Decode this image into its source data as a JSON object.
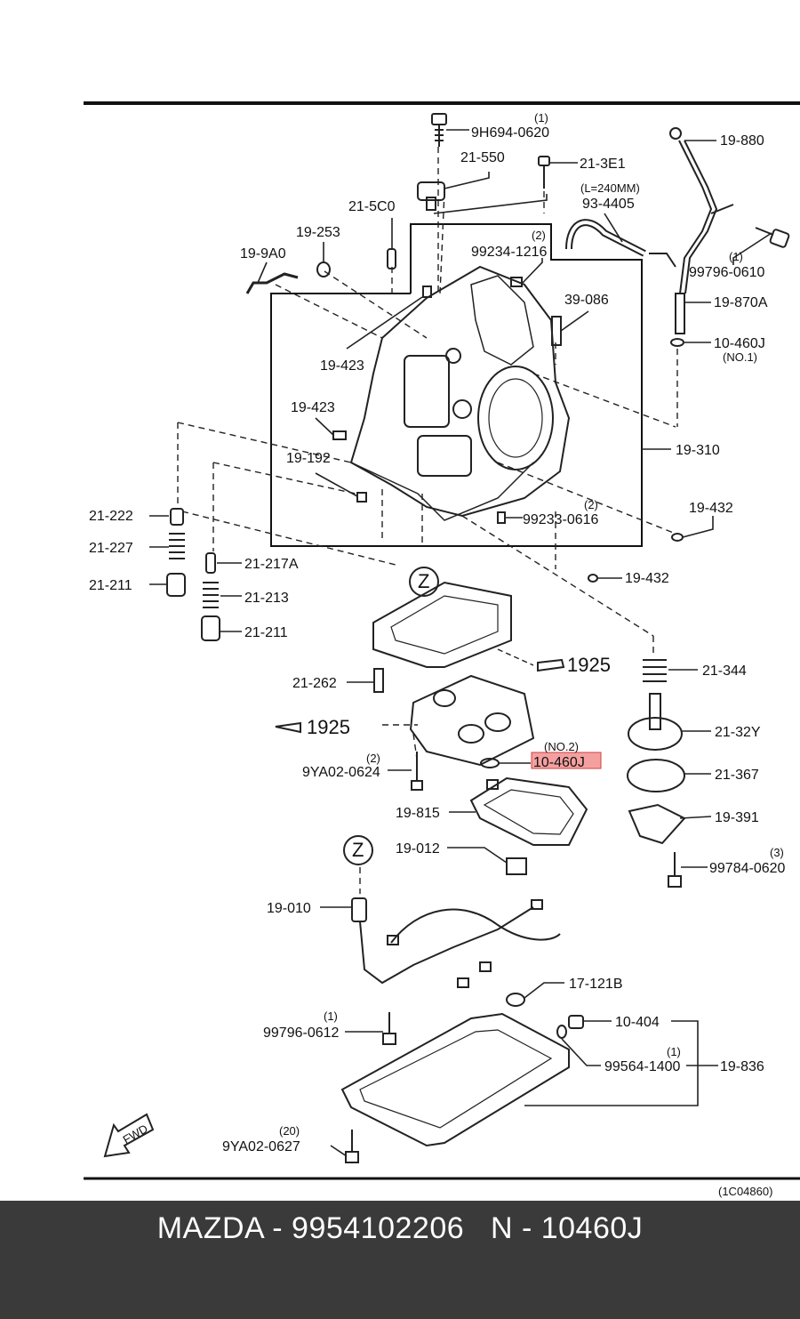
{
  "diagram": {
    "drawing_code": "(1C04860)",
    "fwd_label": "FWD",
    "zone_marker": "Z",
    "highlight_color": "#f08080",
    "callouts": {
      "p9H694_0620": "9H694-0620",
      "q9H694_0620": "(1)",
      "p21_550": "21-550",
      "p21_3E1": "21-3E1",
      "p19_880": "19-880",
      "hose_len": "(L=240MM)",
      "p93_4405": "93-4405",
      "p21_5C0": "21-5C0",
      "p19_253": "19-253",
      "p19_9A0": "19-9A0",
      "p99234_1216": "99234-1216",
      "q99234_1216": "(2)",
      "p99796_0610": "99796-0610",
      "q99796_0610": "(1)",
      "p19_870A": "19-870A",
      "p39_086": "39-086",
      "p10_460J_no1": "10-460J",
      "n10_460J_no1": "(NO.1)",
      "p19_423a": "19-423",
      "p19_423b": "19-423",
      "p19_192": "19-192",
      "p19_310": "19-310",
      "p99233_0616": "99233-0616",
      "q99233_0616": "(2)",
      "p19_432a": "19-432",
      "p19_432b": "19-432",
      "p21_222": "21-222",
      "p21_227": "21-227",
      "p21_211a": "21-211",
      "p21_217A": "21-217A",
      "p21_213": "21-213",
      "p21_211b": "21-211",
      "ref1925a": "1925",
      "ref1925b": "1925",
      "p21_262": "21-262",
      "p21_344": "21-344",
      "p21_32Y": "21-32Y",
      "p10_460J_no2": "10-460J",
      "n10_460J_no2": "(NO.2)",
      "p9YA02_0624": "9YA02-0624",
      "q9YA02_0624": "(2)",
      "p21_367": "21-367",
      "p19_815": "19-815",
      "p19_391": "19-391",
      "p19_012": "19-012",
      "p99784_0620": "99784-0620",
      "q99784_0620": "(3)",
      "p19_010": "19-010",
      "p17_121B": "17-121B",
      "p99796_0612": "99796-0612",
      "q99796_0612": "(1)",
      "p10_404": "10-404",
      "p99564_1400": "99564-1400",
      "q99564_1400": "(1)",
      "p19_836": "19-836",
      "p9YA02_0627": "9YA02-0627",
      "q9YA02_0627": "(20)"
    }
  },
  "footer": {
    "text": "MAZDA - 9954102206   N - 10460J"
  }
}
